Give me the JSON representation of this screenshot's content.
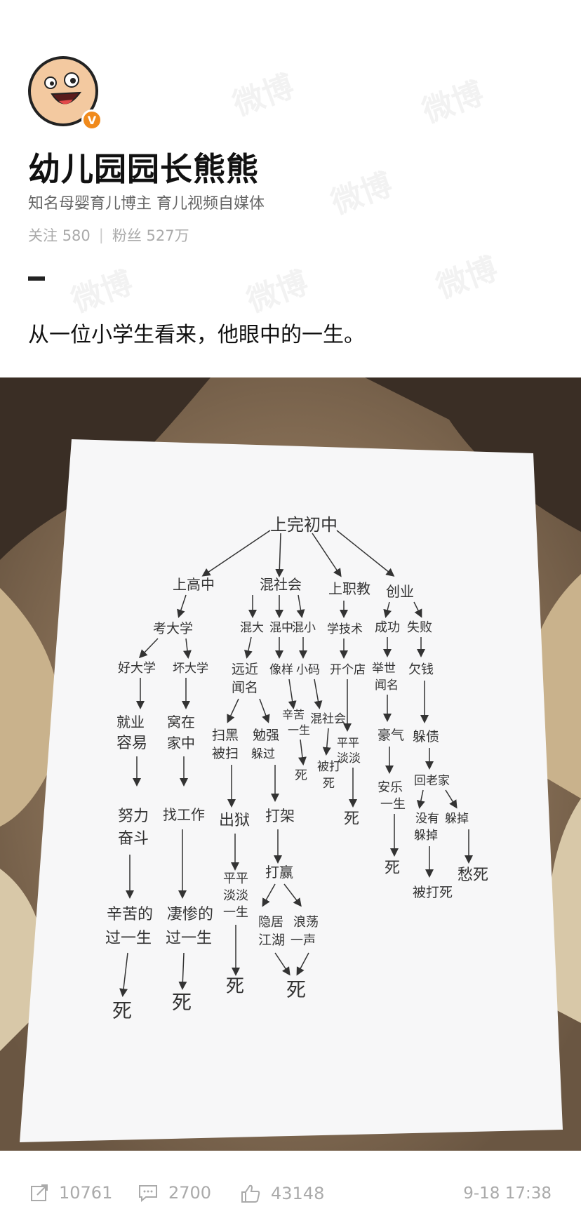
{
  "profile": {
    "name": "幼儿园园长熊熊",
    "description": "知名母婴育儿博主 育儿视频自媒体",
    "following_label": "关注",
    "following_count": "580",
    "followers_label": "粉丝",
    "followers_count": "527万",
    "verified_badge": "V",
    "avatar_icon": "cartoon-face-avatar",
    "badge_color": "#f08a1c"
  },
  "post": {
    "text": "从一位小学生看来，他眼中的一生。",
    "image": {
      "root": "上完初中",
      "branches": [
        "上高中",
        "混社会",
        "上职教",
        "创业"
      ],
      "nodes": {
        "kaodaxue": "考大学",
        "hao_daxue": "好大学",
        "huai_daxue": "坏大学",
        "jiuye_1": "就业",
        "jiuye_2": "容易",
        "wozai_1": "窝在",
        "wozai_2": "家中",
        "nuli_1": "努力",
        "nuli_2": "奋斗",
        "zhaogongzuo": "找工作",
        "xinku_1": "辛苦的",
        "xinku_2": "过一生",
        "qican_1": "凄惨的",
        "qican_2": "过一生",
        "hunda": "混大",
        "hunzhong": "混中",
        "hunxiao": "混小",
        "yuanjin_1": "远近",
        "yuanjin_2": "闻名",
        "chengmu": "像样",
        "xiaomama": "小码",
        "saohei_1": "扫黑",
        "saohei_2": "被扫",
        "mianqiang_1": "勉强",
        "mianqiang_2": "躲过",
        "xinku2_1": "辛苦",
        "xinku2_2": "一生",
        "hunshehui": "混社会",
        "chuyu": "出狱",
        "dajia_1": "打架",
        "dajia_2": "打赢",
        "pingping_1": "平平",
        "pingping_2": "淡淡",
        "pingping_3": "一生",
        "yinju_1": "隐居",
        "yinju_2": "江湖",
        "langdang_1": "浪荡",
        "langdang_2": "一声",
        "beida_1": "被打",
        "beida_2": "死",
        "xuejishu": "学技术",
        "kaidian": "开个店",
        "pingping2_1": "平平",
        "pingping2_2": "淡淡",
        "chenggong": "成功",
        "shibai": "失败",
        "jushi_1": "举世",
        "jushi_2": "闻名",
        "qianqian": "欠钱",
        "haoqi": "豪气",
        "duozhai": "躲债",
        "anle_1": "安乐",
        "anle_2": "一生",
        "huilaojia": "回老家",
        "meiduo_1": "没有",
        "meiduo_2": "躲掉",
        "duodiao": "躲掉",
        "beidasi": "被打死",
        "chousi": "愁死",
        "si": "死"
      }
    }
  },
  "actions": {
    "repost_count": "10761",
    "comment_count": "2700",
    "like_count": "43148",
    "repost_icon": "share-icon",
    "comment_icon": "comment-icon",
    "like_icon": "thumbs-up-icon"
  },
  "timestamp": "9-18 17:38"
}
